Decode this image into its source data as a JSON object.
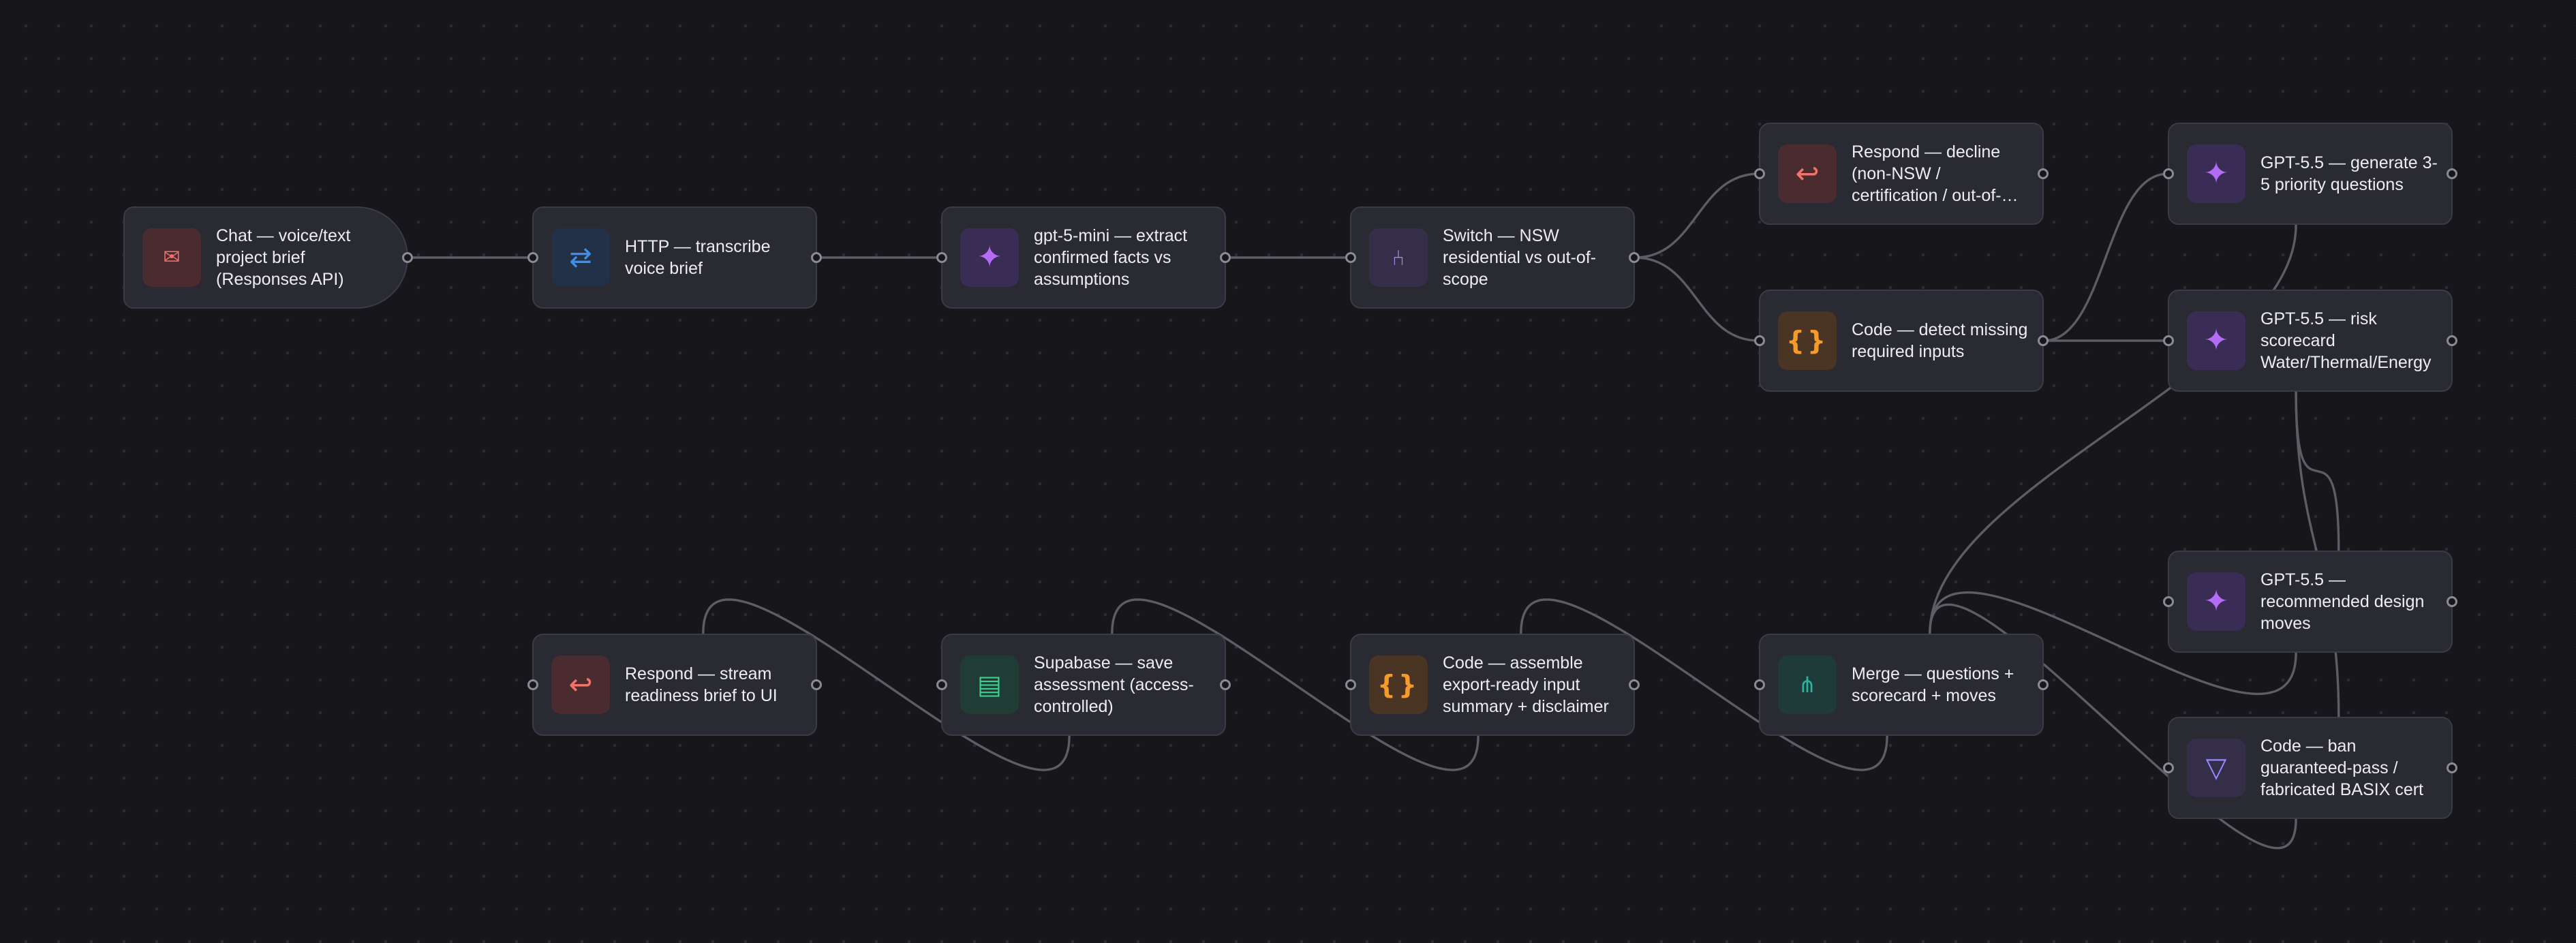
{
  "nodes": [
    {
      "id": "chat",
      "kind": "chat",
      "icon": "envelope-icon",
      "label": "Chat — voice/text project brief (Responses API)"
    },
    {
      "id": "http",
      "kind": "http",
      "icon": "arrows-exchange-icon",
      "label": "HTTP — transcribe voice brief"
    },
    {
      "id": "extract",
      "kind": "ai",
      "icon": "sparkle-icon",
      "label": "gpt-5-mini — extract confirmed facts vs assumptions"
    },
    {
      "id": "switch",
      "kind": "switch",
      "icon": "branch-switch-icon",
      "label": "Switch — NSW residential vs out-of-scope"
    },
    {
      "id": "decline",
      "kind": "respond",
      "icon": "return-arrow-icon",
      "label": "Respond — decline (non-NSW / certification / out-of-scope)"
    },
    {
      "id": "detect",
      "kind": "code",
      "icon": "curly-braces-icon",
      "label": "Code — detect missing required inputs"
    },
    {
      "id": "questions",
      "kind": "ai",
      "icon": "sparkle-icon",
      "label": "GPT-5.5 — generate 3-5 priority questions"
    },
    {
      "id": "scorecard",
      "kind": "ai",
      "icon": "sparkle-icon",
      "label": "GPT-5.5 — risk scorecard Water/Thermal/Energy"
    },
    {
      "id": "moves",
      "kind": "ai",
      "icon": "sparkle-icon",
      "label": "GPT-5.5 — recommended design moves"
    },
    {
      "id": "ban",
      "kind": "guard",
      "icon": "triangle-down-icon",
      "label": "Code — ban guaranteed-pass / fabricated BASIX cert"
    },
    {
      "id": "merge",
      "kind": "merge",
      "icon": "merge-icon",
      "label": "Merge — questions + scorecard + moves"
    },
    {
      "id": "assemble",
      "kind": "code",
      "icon": "curly-braces-icon",
      "label": "Code — assemble export-ready input summary + disclaimer"
    },
    {
      "id": "supabase",
      "kind": "supabase",
      "icon": "database-table-icon",
      "label": "Supabase — save assessment (access-controlled)"
    },
    {
      "id": "stream",
      "kind": "respond",
      "icon": "return-arrow-icon",
      "label": "Respond — stream readiness brief to UI"
    }
  ],
  "connections": [
    {
      "from": "chat",
      "to": "http"
    },
    {
      "from": "http",
      "to": "extract"
    },
    {
      "from": "extract",
      "to": "switch"
    },
    {
      "from": "switch",
      "to": "decline"
    },
    {
      "from": "switch",
      "to": "detect"
    },
    {
      "from": "detect",
      "to": "questions"
    },
    {
      "from": "detect",
      "to": "scorecard"
    },
    {
      "from": "questions",
      "to": "merge"
    },
    {
      "from": "scorecard",
      "to": "moves"
    },
    {
      "from": "scorecard",
      "to": "ban"
    },
    {
      "from": "moves",
      "to": "merge"
    },
    {
      "from": "ban",
      "to": "merge"
    },
    {
      "from": "merge",
      "to": "assemble"
    },
    {
      "from": "assemble",
      "to": "supabase"
    },
    {
      "from": "supabase",
      "to": "stream"
    }
  ]
}
